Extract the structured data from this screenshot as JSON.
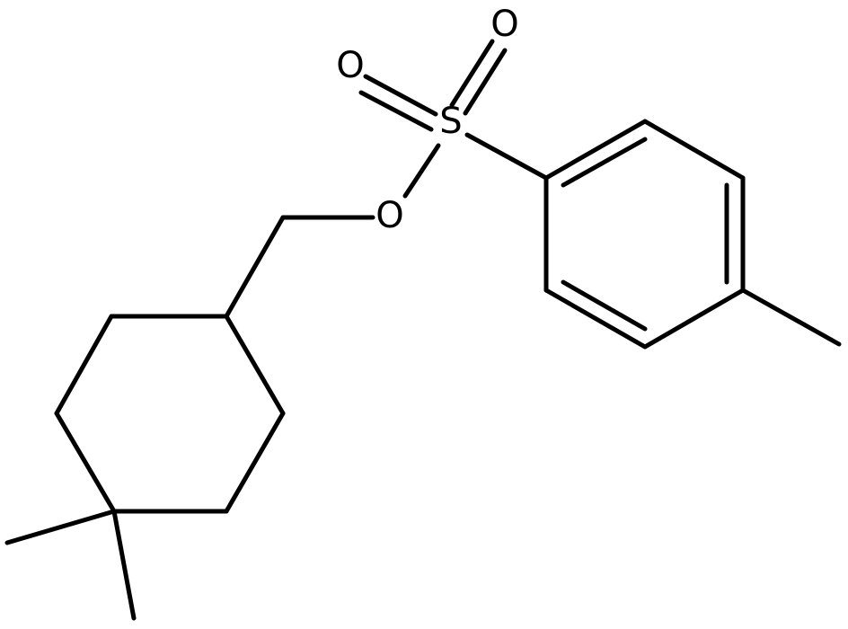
{
  "atoms": {
    "sulfur": "S",
    "oxygen_top": "O",
    "oxygen_left": "O",
    "oxygen_ester": "O"
  },
  "colors": {
    "bond": "#000000",
    "background": "#ffffff"
  }
}
